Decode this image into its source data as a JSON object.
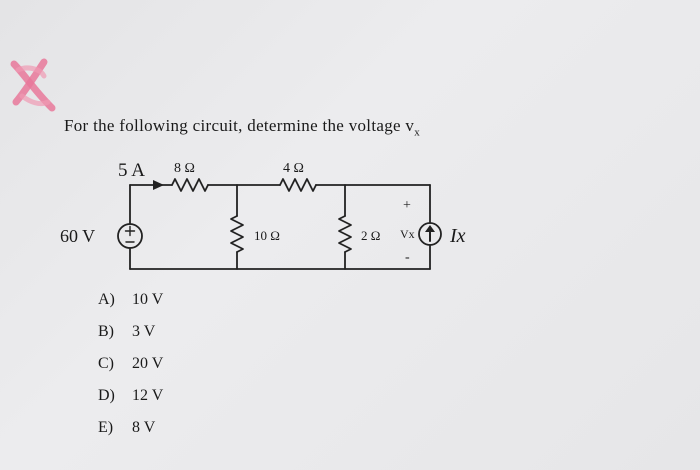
{
  "question": {
    "text": "For the following circuit, determine the voltage v",
    "subscript": "x"
  },
  "circuit": {
    "current_label": "5 A",
    "r1_label": "8 Ω",
    "r2_label": "4 Ω",
    "r3_label": "10 Ω",
    "r4_label": "2 Ω",
    "source_label": "60 V",
    "vx_plus": "+",
    "vx_label": "Vx",
    "vx_minus": "-",
    "ix_label": "Ix"
  },
  "options": [
    {
      "letter": "A)",
      "value": "10 V"
    },
    {
      "letter": "B)",
      "value": "3 V"
    },
    {
      "letter": "C)",
      "value": "20 V"
    },
    {
      "letter": "D)",
      "value": "12 V"
    },
    {
      "letter": "E)",
      "value": "8 V"
    }
  ]
}
